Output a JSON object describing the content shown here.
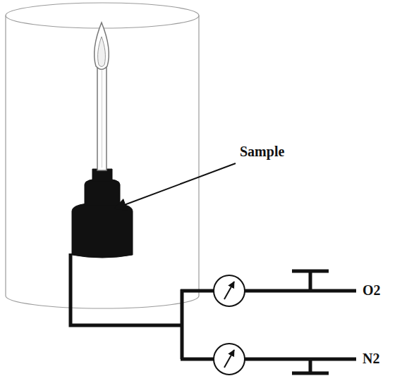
{
  "diagram": {
    "labels": [
      "Sample",
      "O2",
      "N2"
    ]
  }
}
